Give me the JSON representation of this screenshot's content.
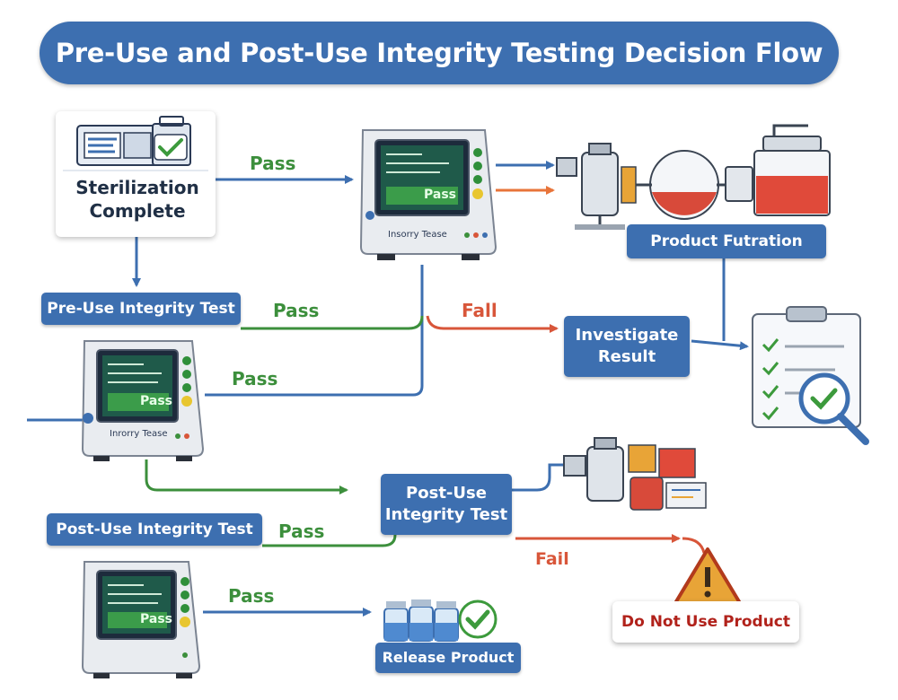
{
  "title": "Pre-Use and Post-Use Integrity Testing Decision Flow",
  "nodes": {
    "sterilization": "Sterilization Complete",
    "pre_use_test": "Pre-Use Integrity Test",
    "product_filtration": "Product Futration",
    "investigate": "Investigate Result",
    "post_use_box": "Post-Use Integrity Test",
    "post_use_label": "Post-Use Integrity Test",
    "release": "Release Product",
    "do_not_use": "Do Not Use Product"
  },
  "labels": {
    "pass_1": "Pass",
    "pass_2": "Pass",
    "pass_3": "Pass",
    "pass_4": "Pass",
    "pass_5": "Pass",
    "fail_1": "Fall",
    "fail_2": "Fail"
  },
  "device": {
    "caption_large": "Insorry Tease",
    "caption_mid": "Inrorry Tease",
    "screen_text": "Pass"
  },
  "colors": {
    "blue": "#3d6fb0",
    "green": "#3c8f3c",
    "red": "#d8563a",
    "warning": "#e8a437"
  }
}
